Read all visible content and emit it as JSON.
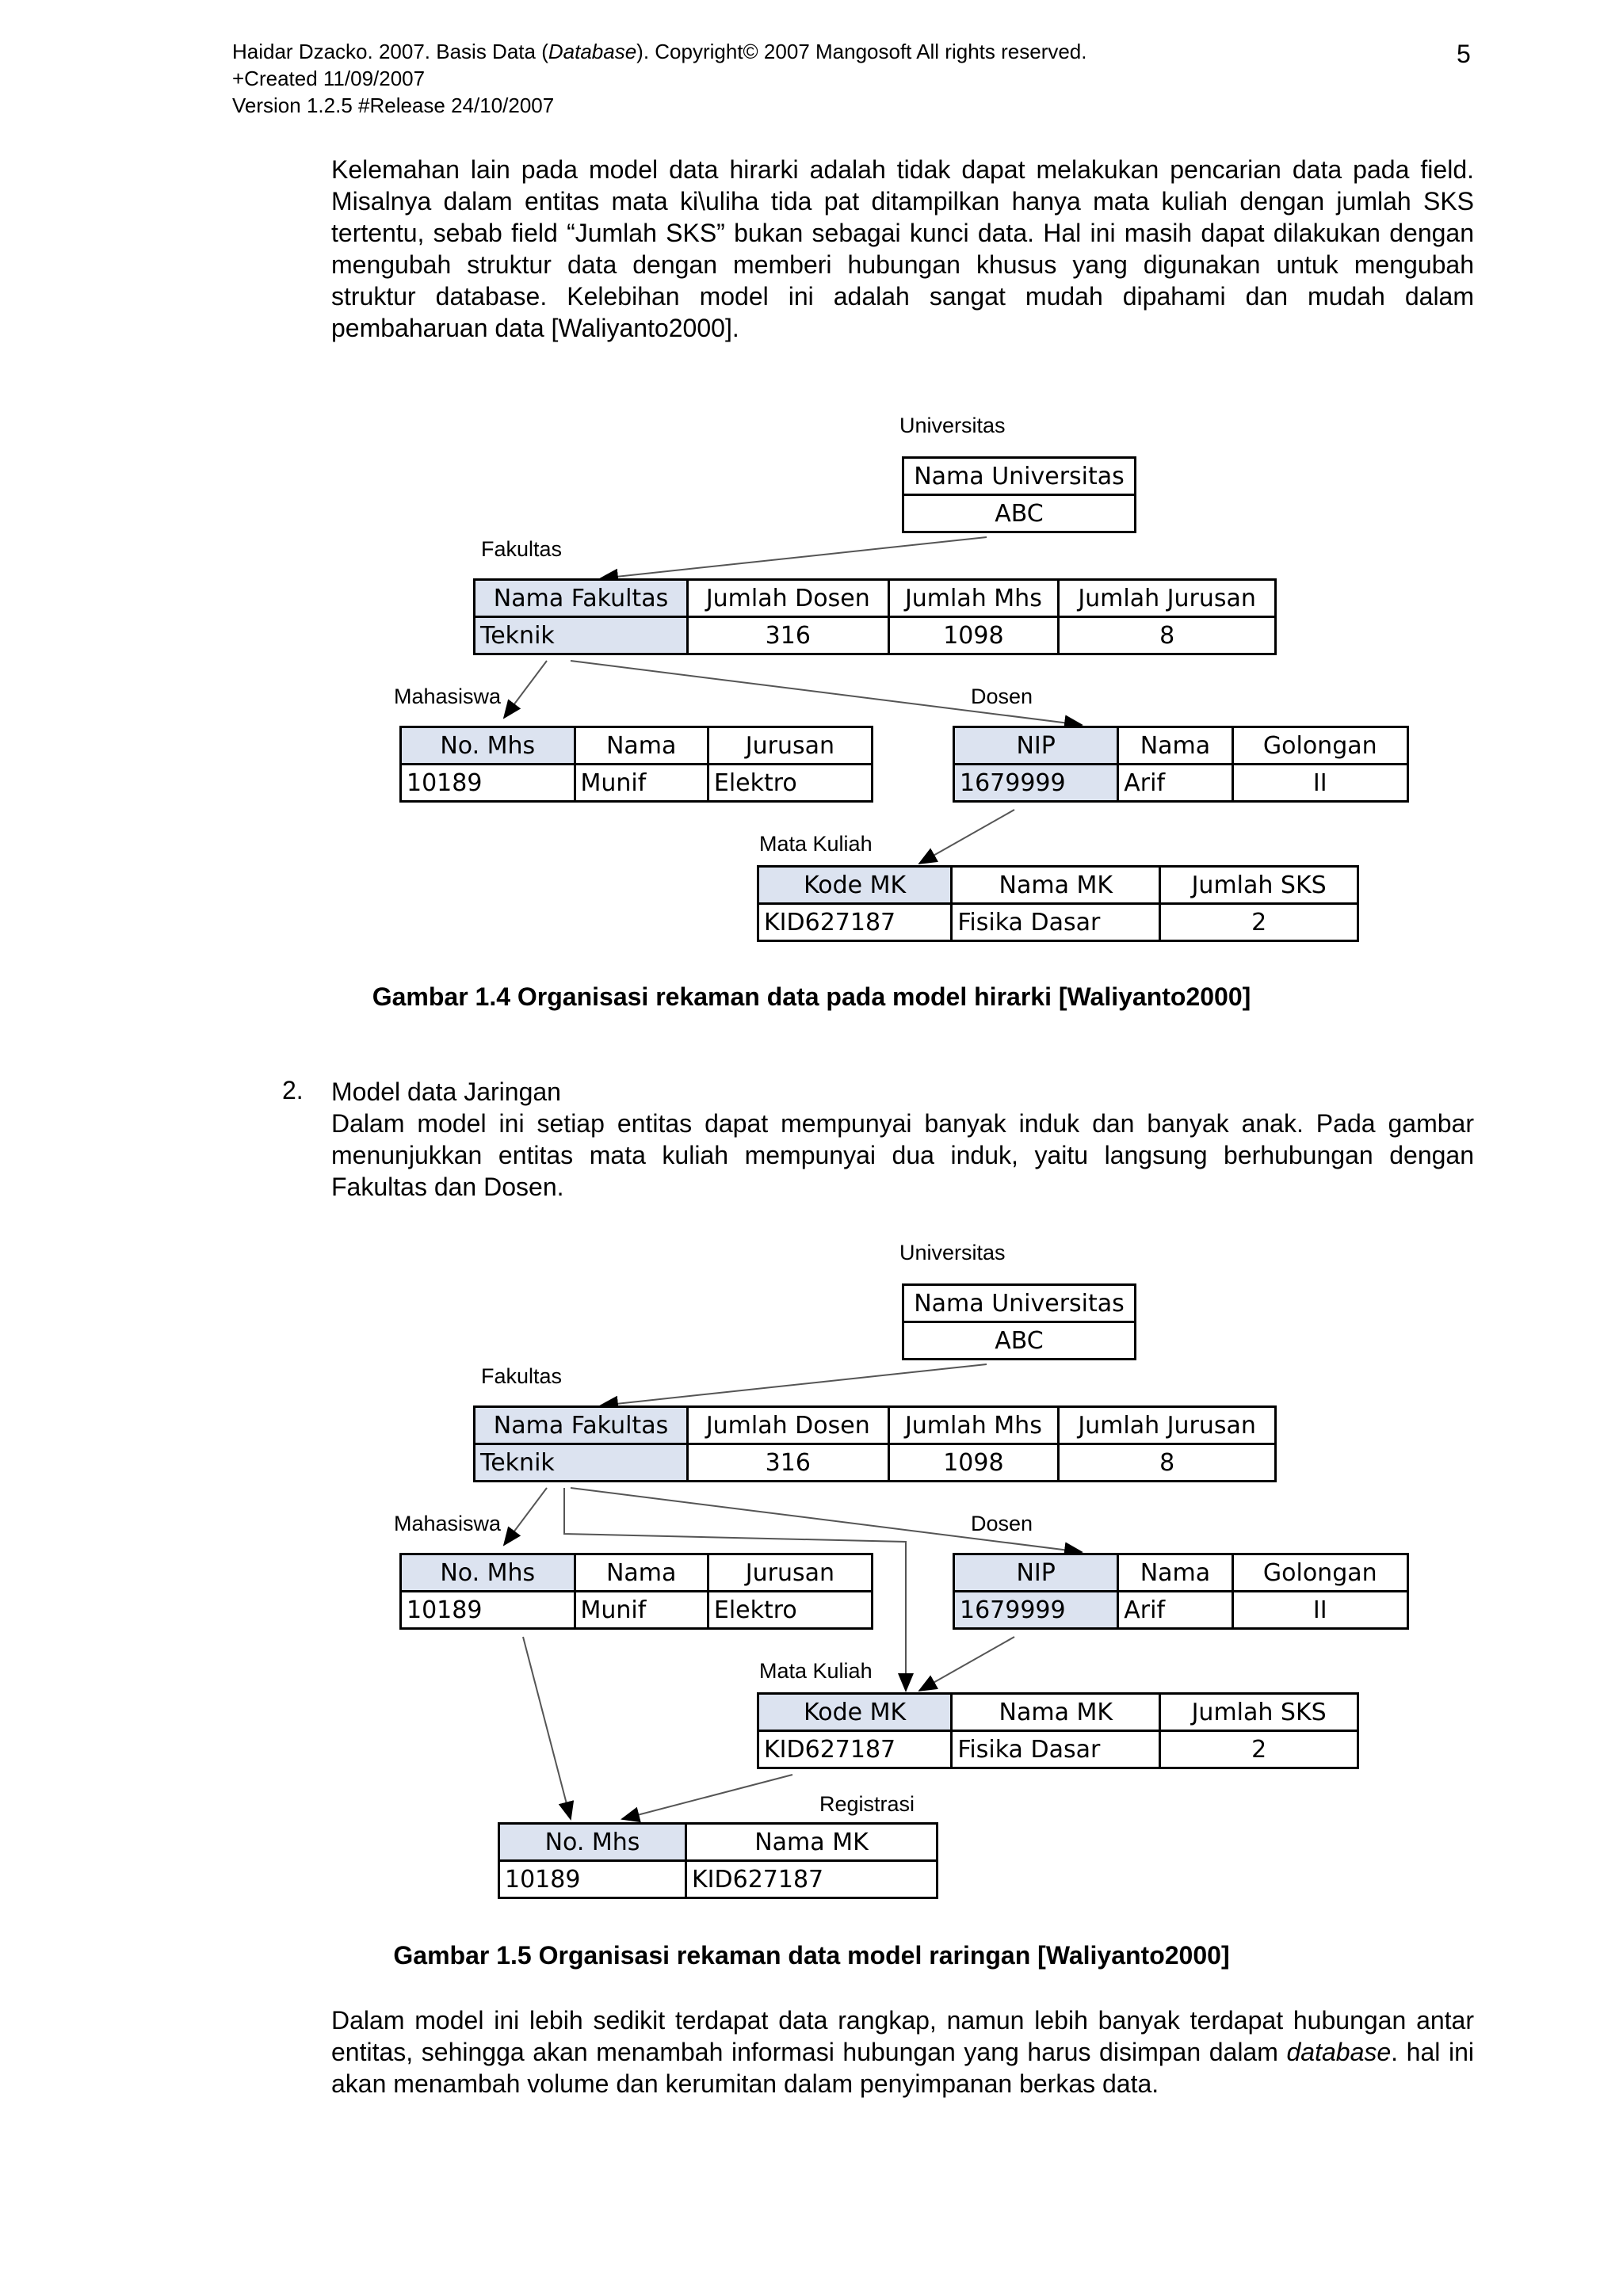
{
  "header": {
    "line1_pre": "Haidar Dzacko. 2007. Basis Data (",
    "line1_italic": "Database",
    "line1_post": "). Copyright© 2007 Mangosoft All rights reserved.",
    "line2": "+Created 11/09/2007",
    "line3": "Version 1.2.5  #Release 24/10/2007",
    "page_number": "5"
  },
  "para1": "Kelemahan lain pada model data hirarki adalah tidak dapat melakukan pencarian data pada field. Misalnya dalam entitas mata ki\\uliha tida pat ditampilkan hanya mata kuliah dengan jumlah SKS tertentu, sebab field “Jumlah SKS” bukan sebagai kunci data. Hal ini masih dapat dilakukan dengan mengubah struktur data dengan memberi hubungan khusus yang digunakan untuk mengubah struktur database. Kelebihan model ini adalah sangat mudah dipahami dan mudah dalam pembaharuan data [Waliyanto2000].",
  "entities": {
    "universitas": {
      "label": "Universitas",
      "header": [
        "Nama Universitas"
      ],
      "row": [
        "ABC"
      ]
    },
    "fakultas": {
      "label": "Fakultas",
      "header": [
        "Nama Fakultas",
        "Jumlah Dosen",
        "Jumlah Mhs",
        "Jumlah Jurusan"
      ],
      "row": [
        "Teknik",
        "316",
        "1098",
        "8"
      ]
    },
    "mahasiswa": {
      "label": "Mahasiswa",
      "header": [
        "No. Mhs",
        "Nama",
        "Jurusan"
      ],
      "row": [
        "10189",
        "Munif",
        "Elektro"
      ]
    },
    "dosen": {
      "label": "Dosen",
      "header": [
        "NIP",
        "Nama",
        "Golongan"
      ],
      "row": [
        "1679999",
        "Arif",
        "II"
      ]
    },
    "mata_kuliah": {
      "label": "Mata Kuliah",
      "header": [
        "Kode MK",
        "Nama MK",
        "Jumlah SKS"
      ],
      "row": [
        "KID627187",
        "Fisika Dasar",
        "2"
      ]
    },
    "registrasi": {
      "label": "Registrasi",
      "header": [
        "No. Mhs",
        "Nama MK"
      ],
      "row": [
        "10189",
        "KID627187"
      ]
    }
  },
  "caption1": "Gambar 1.4 Organisasi rekaman data pada model hirarki [Waliyanto2000]",
  "section2": {
    "number": "2.",
    "title": "Model data Jaringan",
    "text": "Dalam model ini setiap entitas dapat mempunyai banyak induk dan banyak anak. Pada gambar menunjukkan entitas mata kuliah mempunyai dua induk, yaitu langsung berhubungan dengan Fakultas dan Dosen."
  },
  "caption2": "Gambar 1.5 Organisasi rekaman data model raringan [Waliyanto2000]",
  "closing": {
    "pre": "Dalam model ini lebih sedikit terdapat data rangkap, namun lebih banyak terdapat hubungan antar entitas, sehingga akan menambah informasi hubungan yang harus disimpan dalam ",
    "italic": "database",
    "post": ". hal ini akan menambah volume dan kerumitan dalam penyimpanan berkas data."
  }
}
